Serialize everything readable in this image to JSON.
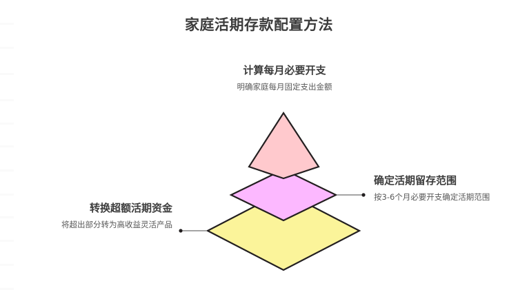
{
  "title": "家庭活期存款配置方法",
  "background_color": "#ffffff",
  "title_color": "#3c3c3c",
  "desc_color": "#585858",
  "outline_color": "#231f20",
  "diagram": {
    "type": "stacked-pyramid",
    "layers": [
      {
        "name": "top-layer",
        "fill": "#ffc9cd",
        "label_title": "计算每月必要开支",
        "label_desc": "明确家庭每月固定支出金额",
        "label_position": "top"
      },
      {
        "name": "middle-layer",
        "fill": "#fcb8ff",
        "label_title": "确定活期留存范围",
        "label_desc": "按3-6个月必要开支确定活期范围",
        "label_position": "right"
      },
      {
        "name": "bottom-layer",
        "fill": "#fbf49a",
        "label_title": "转换超额活期资金",
        "label_desc": "将超出部分转为高收益灵活产品",
        "label_position": "left"
      }
    ]
  }
}
